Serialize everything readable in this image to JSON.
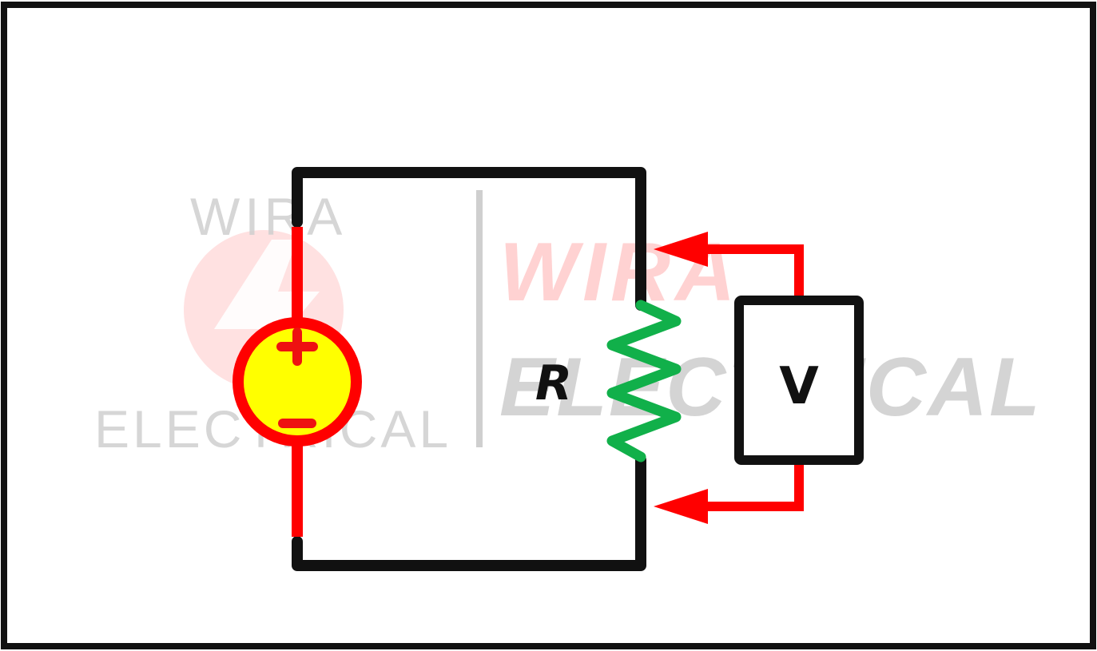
{
  "colors": {
    "wire": "#111111",
    "source_wire": "#ff0000",
    "source_fill": "#ffff00",
    "resistor": "#11b04a",
    "meter_lead": "#ff0000",
    "frame": "#111111"
  },
  "watermark": {
    "logo_top": "WIRA",
    "logo_bottom": "ELECTRICAL",
    "big_top": "WIRA",
    "big_bottom": "ELECTRICAL"
  },
  "circuit": {
    "resistor_label": "R",
    "meter_label": "V"
  },
  "source": {
    "positive_symbol": "+",
    "negative_symbol": "−"
  }
}
